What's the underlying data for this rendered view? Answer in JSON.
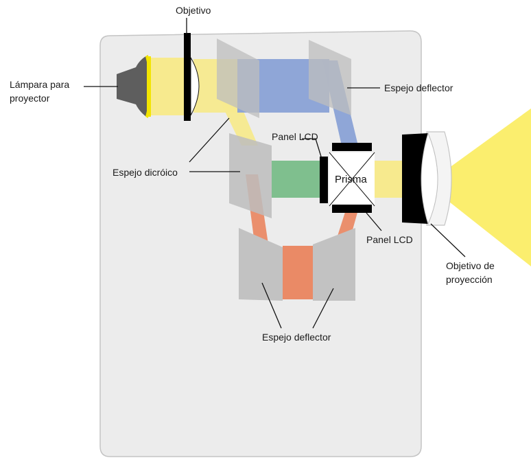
{
  "labels": {
    "objetivo": "Objetivo",
    "lampara_line1": "Lámpara para",
    "lampara_line2": "proyector",
    "espejo_deflector_top": "Espejo deflector",
    "panel_lcd_top": "Panel LCD",
    "espejo_dicroico": "Espejo dicróico",
    "prisma": "Prisma",
    "panel_lcd_bottom": "Panel LCD",
    "objetivo_proyeccion_line1": "Objetivo de",
    "objetivo_proyeccion_line2": "proyección",
    "espejo_deflector_bottom": "Espejo deflector"
  },
  "colors": {
    "housing": "#ececec",
    "housing_stroke": "#c4c4c4",
    "yellow_beam": "#f7ea8e",
    "blue_beam": "#8aa2d6",
    "green_beam": "#7fbf8e",
    "red_beam": "#ea8a66",
    "mirror": "#bdbdbd",
    "lamp": "#5e5e5e",
    "lamp_glow": "#f2e400",
    "black": "#000000",
    "projection_light": "#fbee6e"
  }
}
